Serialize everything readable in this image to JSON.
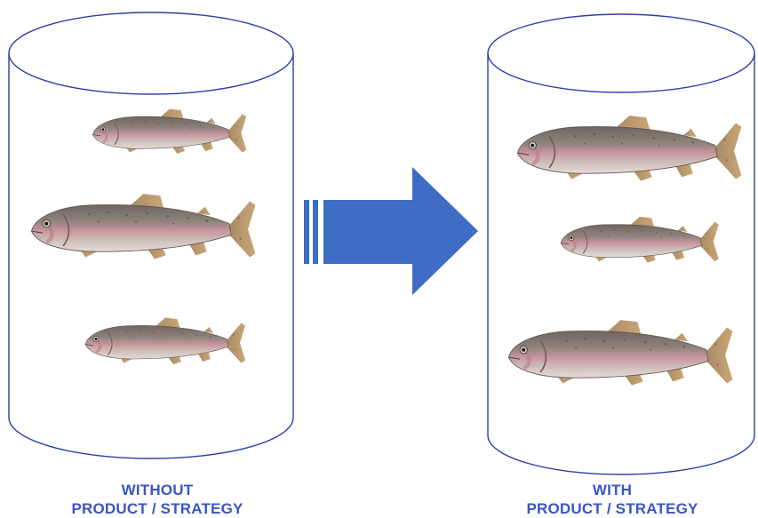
{
  "colors": {
    "tank_outline": "#2b3fa8",
    "arrow_fill": "#3f6cc4",
    "caption_text": "#3a56c4",
    "fish_body": "#8c8077",
    "fish_belly": "#c9b3ad",
    "fish_stripe": "#c98c95",
    "fish_fin": "#b8946a"
  },
  "icons": {
    "arrow": "right-arrow-icon",
    "fish": "trout-fish-icon"
  },
  "left_tank": {
    "caption_line1": "WITHOUT",
    "caption_line2": "PRODUCT / STRATEGY",
    "fish_count": 3
  },
  "right_tank": {
    "caption_line1": "WITH",
    "caption_line2": "PRODUCT / STRATEGY",
    "fish_count": 3
  }
}
